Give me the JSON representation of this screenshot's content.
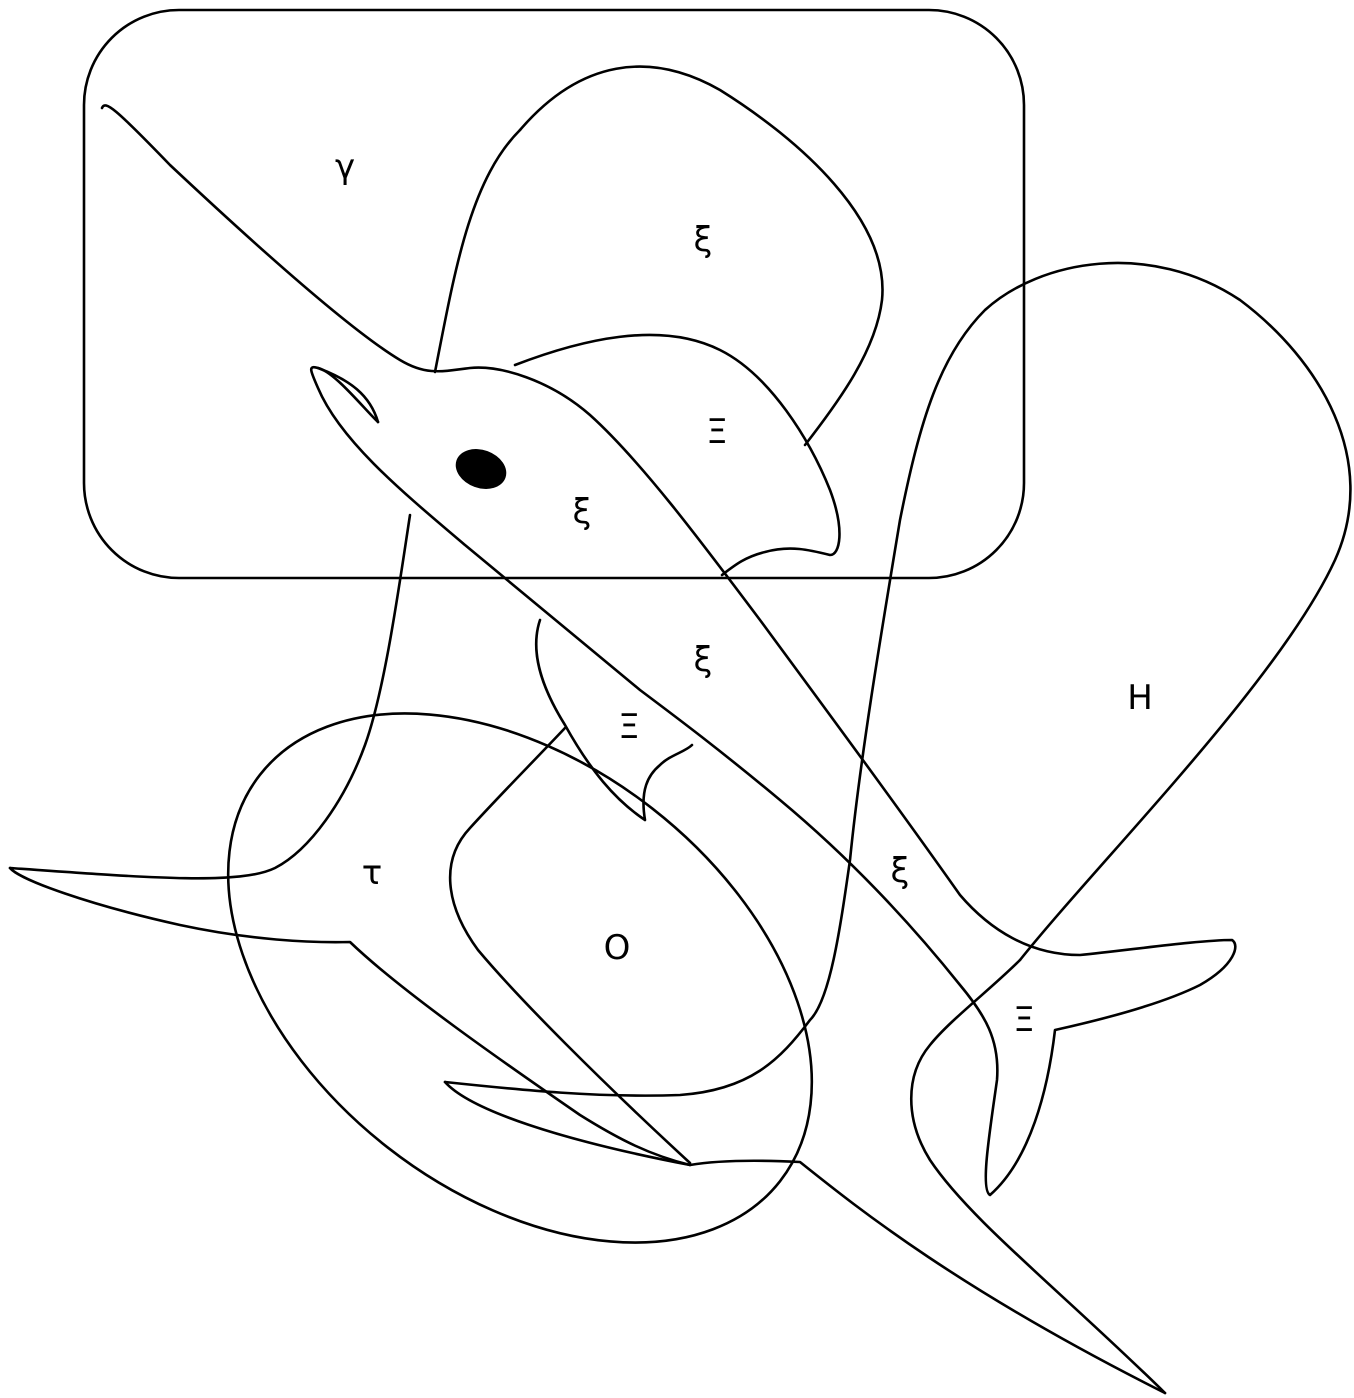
{
  "labels": {
    "gamma": "γ",
    "xi_dorsal_top": "ξ",
    "Xi_pectoral": "Ξ",
    "xi_head": "ξ",
    "xi_body": "ξ",
    "Xi_ventral_fin": "Ξ",
    "H": "H",
    "tau": "τ",
    "O": "O",
    "xi_tail": "ξ",
    "Xi_tail": "Ξ"
  },
  "colors": {
    "stroke": "#000000",
    "background": "#ffffff",
    "eye": "#000000"
  }
}
